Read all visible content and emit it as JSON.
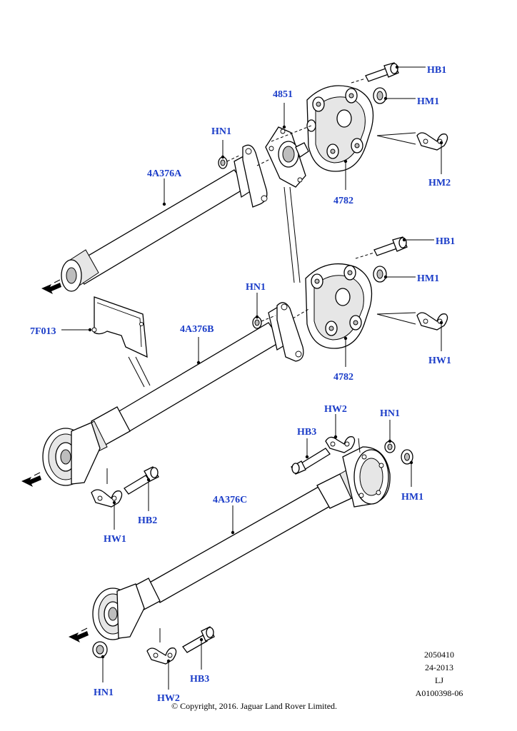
{
  "labels": {
    "hb1_top": "HB1",
    "hm1_top": "HM1",
    "n4851": "4851",
    "hn1_top": "HN1",
    "shaft_a": "4A376A",
    "hm2": "HM2",
    "n4782_top": "4782",
    "hb1_mid": "HB1",
    "hm1_mid": "HM1",
    "hn1_mid": "HN1",
    "n7f013": "7F013",
    "shaft_b": "4A376B",
    "hw1_mid": "HW1",
    "n4782_mid": "4782",
    "hw2_low": "HW2",
    "hn1_low": "HN1",
    "hb3_low": "HB3",
    "hm1_low": "HM1",
    "shaft_c": "4A376C",
    "hb2": "HB2",
    "hw1_low": "HW1",
    "hn1_bottom": "HN1",
    "hw2_bottom": "HW2",
    "hb3_bottom": "HB3"
  },
  "reference": {
    "line1": "2050410",
    "line2": "24-2013",
    "line3": "LJ",
    "line4": "A0100398-06"
  },
  "copyright": "© Copyright, 2016. Jaguar Land Rover Limited."
}
